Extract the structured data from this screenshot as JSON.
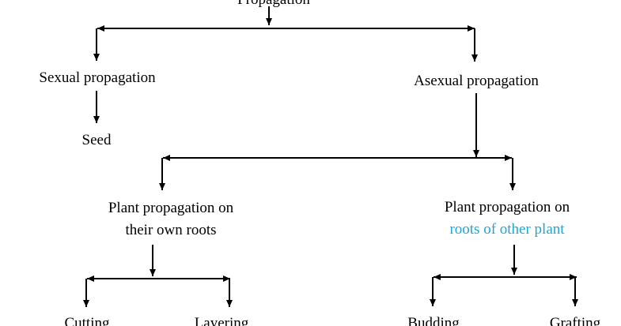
{
  "root": "Propagation",
  "sexual": {
    "label": "Sexual propagation",
    "child": "Seed"
  },
  "asexual": {
    "label": "Asexual propagation",
    "own_roots": {
      "line1": "Plant propagation on",
      "line2": "their own roots",
      "children": [
        "Cutting",
        "Layering"
      ]
    },
    "other_roots": {
      "line1": "Plant propagation on",
      "line2": "roots of other plant",
      "children": [
        "Budding",
        "Grafting"
      ]
    }
  },
  "colors": {
    "highlight": "#1ba6d6",
    "text": "#000000"
  }
}
